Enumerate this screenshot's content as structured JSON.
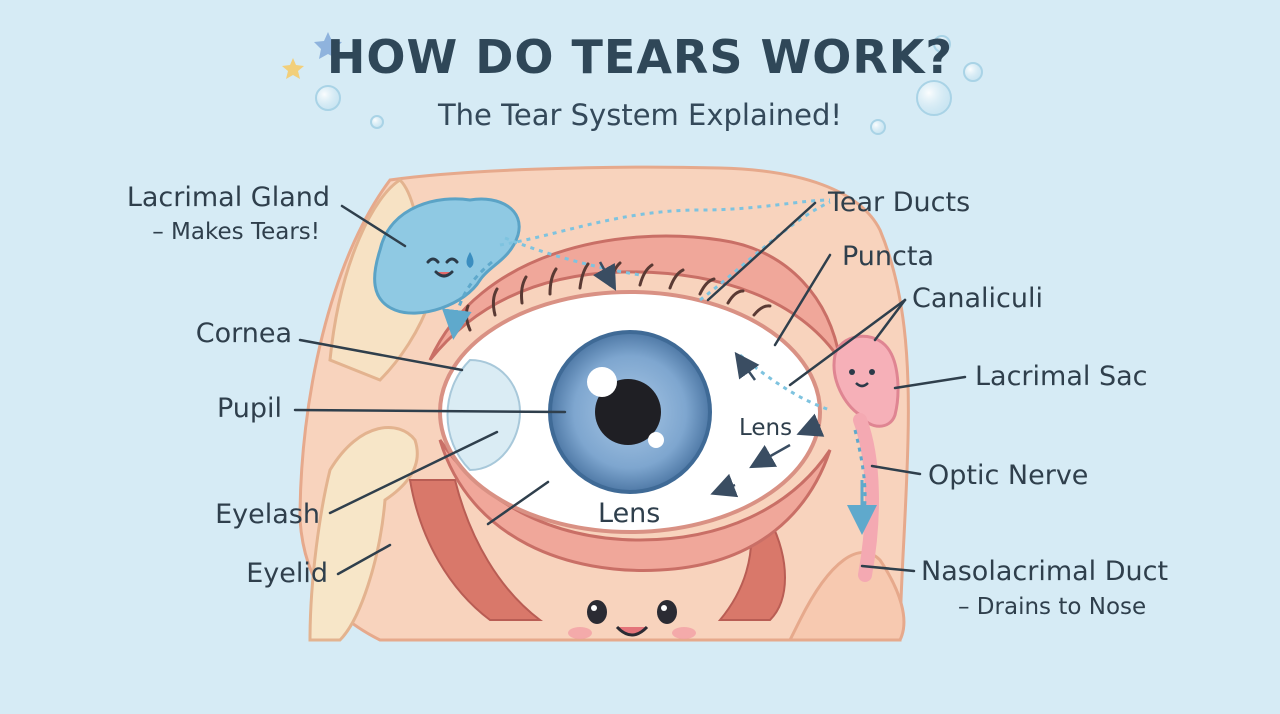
{
  "title": "HOW DO TEARS WORK?",
  "subtitle": "The Tear System Explained!",
  "labels": {
    "lacrimal_gland": "Lacrimal Gland",
    "lacrimal_gland_note": "– Makes Tears!",
    "tear_ducts": "Tear Ducts",
    "puncta": "Puncta",
    "canaliculi": "Canaliculi",
    "lacrimal_sac": "Lacrimal Sac",
    "cornea": "Cornea",
    "pupil": "Pupil",
    "lens_inner": "Lens",
    "lens_bottom": "Lens",
    "optic_nerve": "Optic Nerve",
    "eyelash": "Eyelash",
    "eyelid": "Eyelid",
    "nasolacrimal_duct": "Nasolacrimal Duct",
    "nasolacrimal_duct_note": "– Drains to Nose"
  },
  "colors": {
    "background": "#d6ebf5",
    "skin": "#f6c9b0",
    "muscle": "#d9786a",
    "iris": "#7fa8cf",
    "gland": "#8fc9e3",
    "sac": "#f4a3ae",
    "tear_path": "#7ec3df"
  }
}
